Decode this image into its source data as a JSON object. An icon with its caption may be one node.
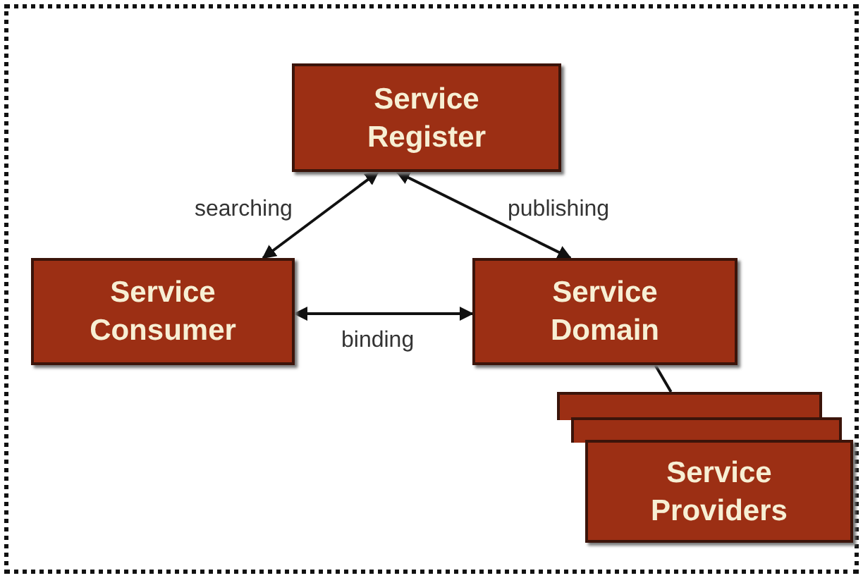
{
  "diagram": {
    "nodes": [
      {
        "text": [
          "Service Register"
        ]
      },
      {
        "text": [
          "Service Consumer"
        ]
      },
      {
        "text": [
          "Service Domain"
        ]
      },
      {
        "text": [],
        "shape": "box"
      },
      {
        "text": [],
        "shape": "box"
      },
      {
        "text": [
          "Service Providers"
        ]
      }
    ],
    "edges": [
      {
        "from": 0,
        "to": 1,
        "arrow": "both",
        "label": "searching"
      },
      {
        "from": 0,
        "to": 2,
        "arrow": "both",
        "label": "publishing"
      },
      {
        "from": 1,
        "to": 2,
        "arrow": "both",
        "label": "binding"
      },
      {
        "from": 2,
        "to": 3,
        "arrow": "none"
      }
    ]
  }
}
